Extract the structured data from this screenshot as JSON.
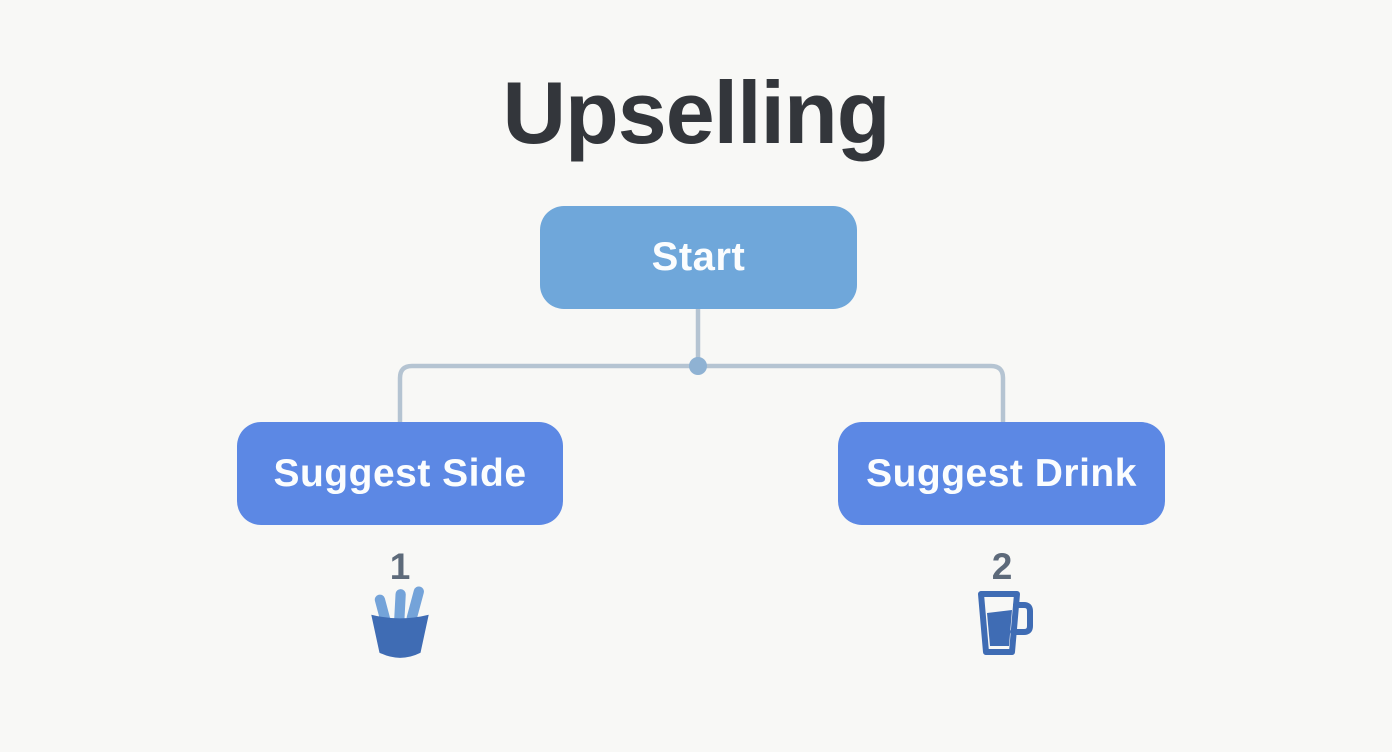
{
  "title": "Upselling",
  "colors": {
    "bg": "#f8f8f6",
    "title": "#33363b",
    "start-fill": "#6fa7da",
    "child-fill": "#5c88e4",
    "node-text": "#fbfdfe",
    "connector": "#b5c4d2",
    "dot": "#8fb2d3",
    "number": "#5d6a7a",
    "icon-dark": "#3f6cb4",
    "icon-light": "#74a3d9"
  },
  "nodes": {
    "start": {
      "label": "Start"
    },
    "side": {
      "label": "Suggest Side",
      "step": "1",
      "icon": "fries-icon"
    },
    "drink": {
      "label": "Suggest Drink",
      "step": "2",
      "icon": "mug-icon"
    }
  }
}
